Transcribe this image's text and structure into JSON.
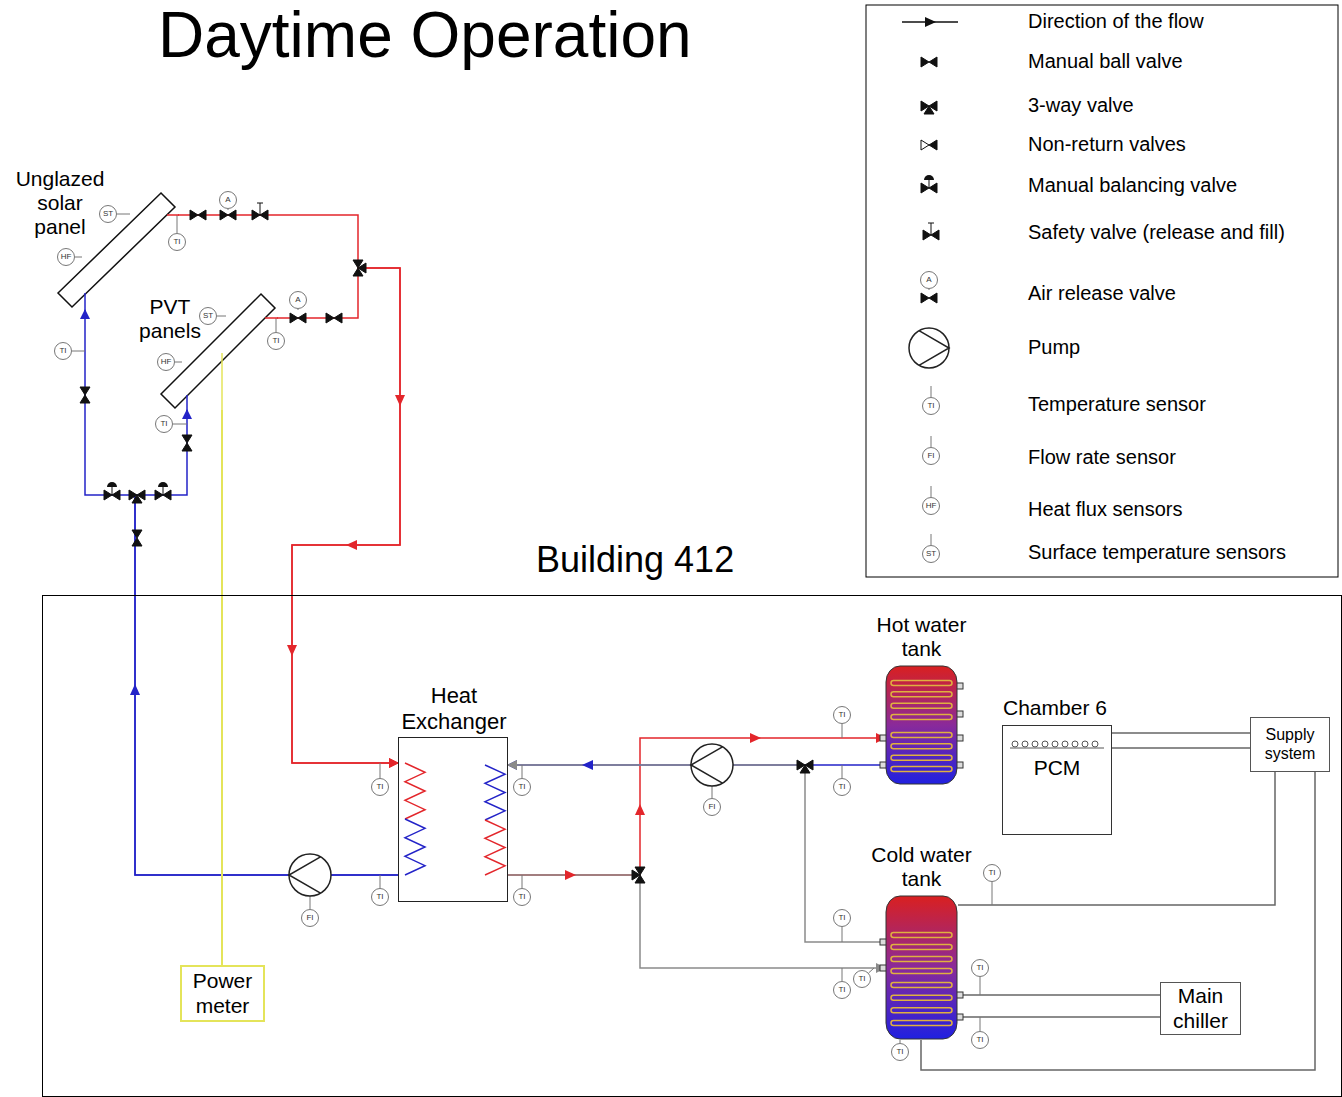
{
  "diagram": {
    "title": "Daytime Operation",
    "nodes": [
      {
        "text": [
          "Unglazed solar panel"
        ]
      },
      {
        "text": [
          "PVT panels"
        ]
      },
      {
        "text": [
          "Building 412"
        ]
      },
      {
        "text": [
          "Heat Exchanger"
        ],
        "in": 2
      },
      {
        "text": [
          "Hot water tank"
        ],
        "in": 2
      },
      {
        "text": [
          "Chamber 6",
          "PCM"
        ],
        "in": 2
      },
      {
        "text": [
          "Supply system"
        ],
        "in": 2
      },
      {
        "text": [
          "Cold water tank"
        ],
        "in": 2
      },
      {
        "text": [
          "Main chiller"
        ],
        "in": 2
      },
      {
        "text": [
          "Power meter"
        ],
        "in": 2
      }
    ],
    "edges": [
      {
        "from": 0,
        "to": 3,
        "arrow": "to"
      },
      {
        "from": 1,
        "to": 3,
        "arrow": "to"
      },
      {
        "from": 3,
        "to": 0,
        "arrow": "to"
      },
      {
        "from": 3,
        "to": 1,
        "arrow": "to"
      },
      {
        "from": 3,
        "to": 4,
        "arrow": "to"
      },
      {
        "from": 3,
        "to": 7,
        "arrow": "to"
      },
      {
        "from": 4,
        "to": 3,
        "arrow": "to"
      },
      {
        "from": 7,
        "to": 3,
        "arrow": "to"
      },
      {
        "from": 5,
        "to": 6,
        "arrow": "none"
      },
      {
        "from": 6,
        "to": 5,
        "arrow": "none"
      },
      {
        "from": 6,
        "to": 7,
        "arrow": "none"
      },
      {
        "from": 6,
        "to": 7,
        "arrow": "none"
      },
      {
        "from": 7,
        "to": 8,
        "arrow": "none"
      },
      {
        "from": 7,
        "to": 8,
        "arrow": "none"
      },
      {
        "from": 1,
        "to": 9,
        "arrow": "none"
      }
    ],
    "labels": [
      "ST",
      "HF",
      "TI",
      "A",
      "TI",
      "ST",
      "HF",
      "TI",
      "A",
      "TI",
      "TI",
      "TI",
      "FI",
      "TI",
      "TI",
      "FI",
      "TI",
      "TI",
      "TI",
      "TI",
      "TI",
      "TI",
      "TI",
      "TI",
      "TI",
      "A",
      "TI",
      "FI",
      "HF",
      "ST"
    ],
    "legend": [
      {
        "text": "Direction of the flow"
      },
      {
        "text": "Manual ball valve"
      },
      {
        "text": "3-way valve"
      },
      {
        "text": "Non-return valves"
      },
      {
        "text": "Manual balancing valve"
      },
      {
        "text": "Safety valve (release and fill)"
      },
      {
        "text": "Air release valve"
      },
      {
        "text": "Pump"
      },
      {
        "text": "Temperature sensor"
      },
      {
        "text": "Flow rate sensor"
      },
      {
        "text": "Heat flux sensors"
      },
      {
        "text": "Surface temperature sensors"
      }
    ]
  }
}
